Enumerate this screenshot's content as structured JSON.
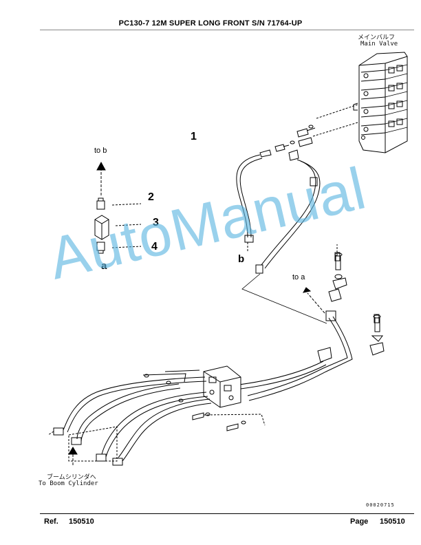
{
  "header": {
    "title": "PC130-7 12M SUPER LONG FRONT S/N 71764-UP"
  },
  "callouts": {
    "item1": "1",
    "item2": "2",
    "item3": "3",
    "item4": "4",
    "letter_a": "a",
    "letter_b": "b",
    "to_b": "to b",
    "to_a": "to a"
  },
  "labels": {
    "main_valve_jp": "メインバルフ",
    "main_valve_en": "Main Valve",
    "boom_cylinder_jp": "ブームシリンダへ",
    "boom_cylinder_en": "To Boom Cylinder",
    "drawing_number": "00020715"
  },
  "watermark": "AutoManual",
  "footer": {
    "ref_label": "Ref.",
    "ref_value": "150510",
    "page_label": "Page",
    "page_value": "150510"
  }
}
